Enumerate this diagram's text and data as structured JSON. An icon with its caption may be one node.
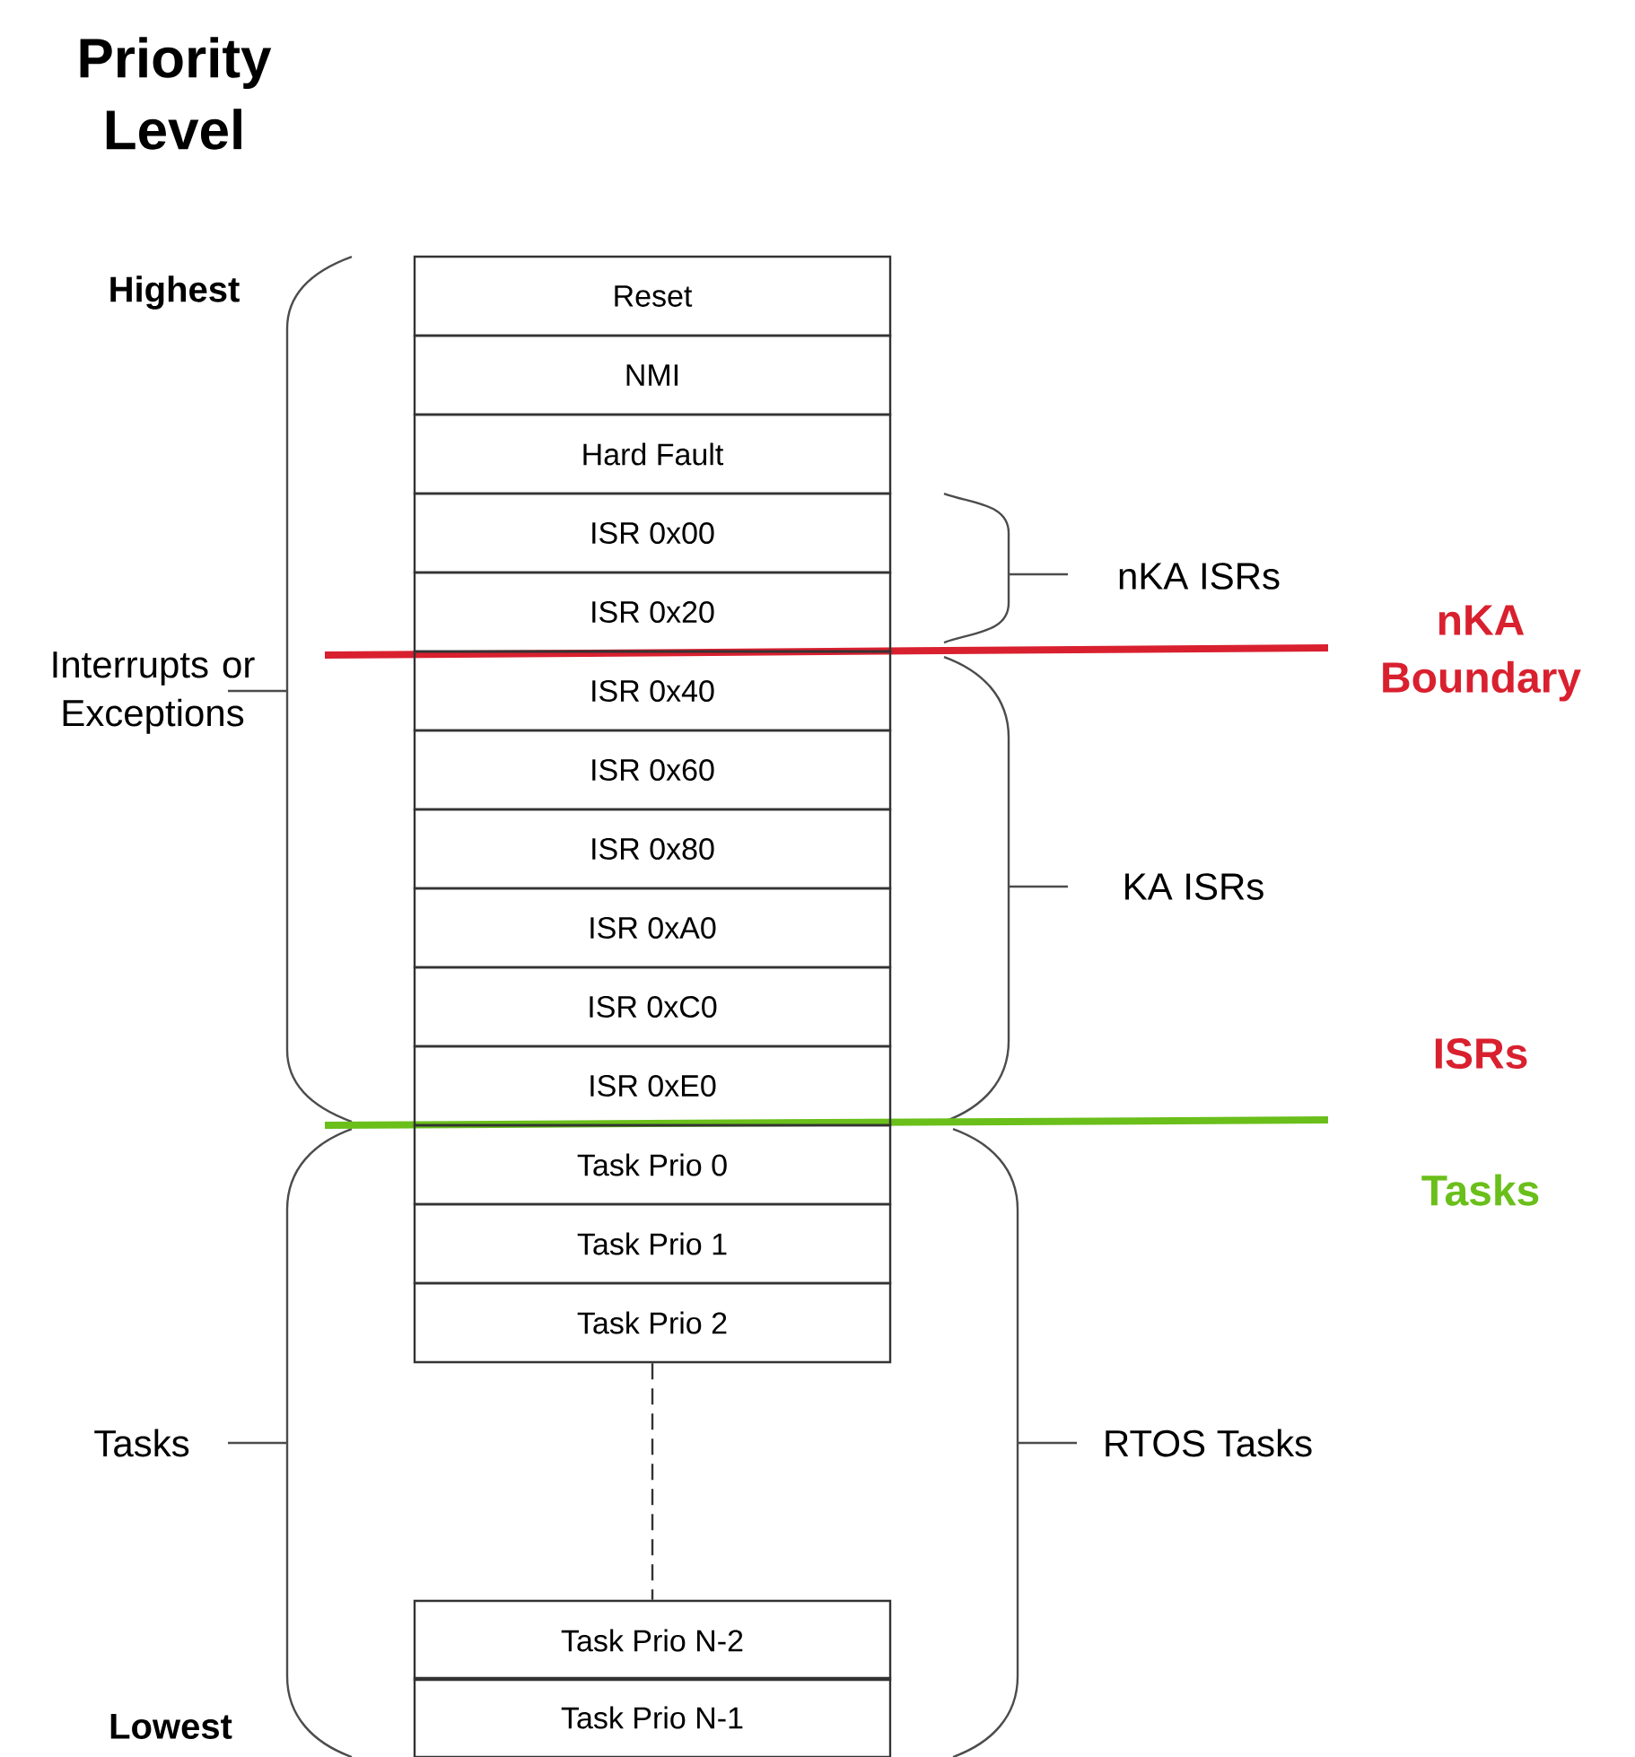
{
  "diagram": {
    "title": "Priority Level",
    "nodes": [
      {
        "text": [
          "Reset"
        ]
      },
      {
        "text": [
          "NMI"
        ]
      },
      {
        "text": [
          "Hard Fault"
        ]
      },
      {
        "text": [
          "ISR 0x00"
        ]
      },
      {
        "text": [
          "ISR 0x20"
        ]
      },
      {
        "text": [
          "ISR 0x40"
        ]
      },
      {
        "text": [
          "ISR 0x60"
        ]
      },
      {
        "text": [
          "ISR 0x80"
        ]
      },
      {
        "text": [
          "ISR 0xA0"
        ]
      },
      {
        "text": [
          "ISR 0xC0"
        ]
      },
      {
        "text": [
          "ISR 0xE0"
        ]
      },
      {
        "text": [
          "Task Prio 0"
        ]
      },
      {
        "text": [
          "Task Prio 1"
        ]
      },
      {
        "text": [
          "Task Prio 2"
        ]
      },
      {
        "text": [
          "Task Prio N-2"
        ]
      },
      {
        "text": [
          "Task Prio N-1"
        ]
      }
    ],
    "edges": [
      {
        "from": 13,
        "to": 14,
        "arrow": "none",
        "style": "dashed"
      }
    ],
    "labels": [
      "Highest",
      "Interrupts or Exceptions",
      "nKA ISRs",
      "nKA Boundary",
      "KA ISRs",
      "ISRs",
      "Tasks",
      "Tasks",
      "RTOS Tasks",
      "Lowest"
    ]
  }
}
